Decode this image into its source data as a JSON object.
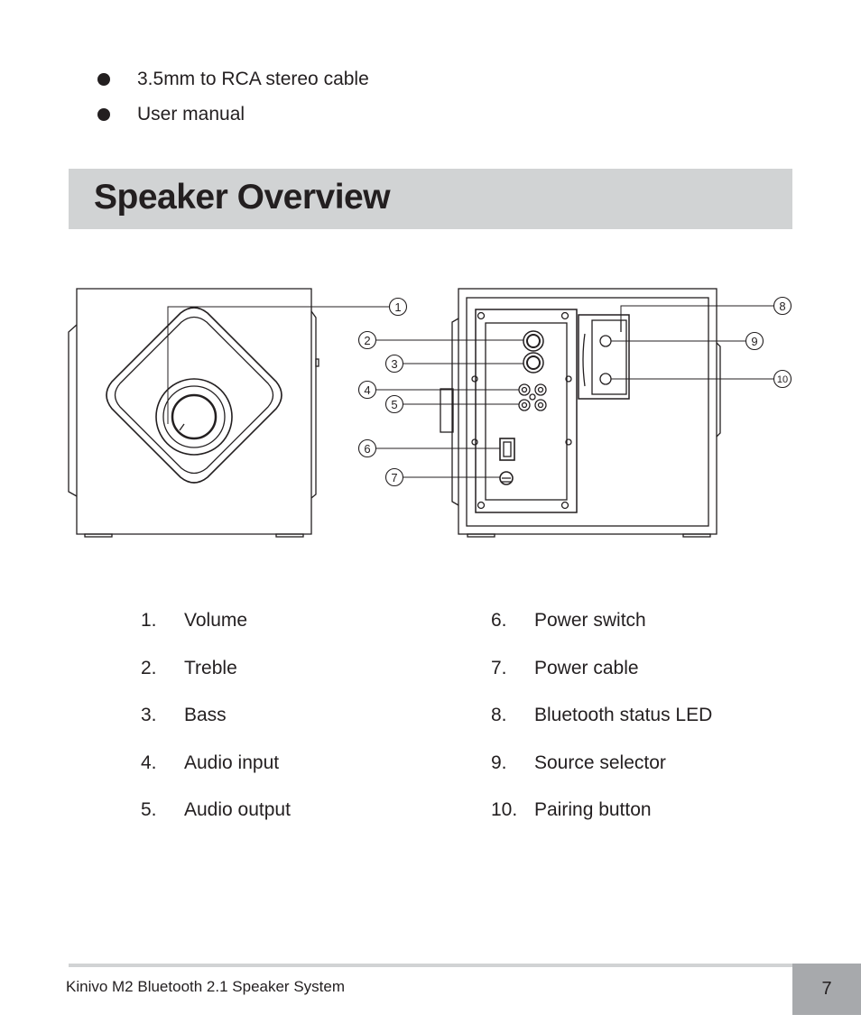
{
  "bullets": [
    "3.5mm to RCA stereo cable",
    "User manual"
  ],
  "section": {
    "title": "Speaker Overview"
  },
  "callouts": [
    "1",
    "2",
    "3",
    "4",
    "5",
    "6",
    "7",
    "8",
    "9",
    "10"
  ],
  "legend": {
    "left": [
      {
        "num": "1.",
        "label": "Volume"
      },
      {
        "num": "2.",
        "label": "Treble"
      },
      {
        "num": "3.",
        "label": "Bass"
      },
      {
        "num": "4.",
        "label": "Audio input"
      },
      {
        "num": "5.",
        "label": "Audio output"
      }
    ],
    "right": [
      {
        "num": "6.",
        "label": "Power switch"
      },
      {
        "num": "7.",
        "label": "Power cable"
      },
      {
        "num": "8.",
        "label": "Bluetooth status LED"
      },
      {
        "num": "9.",
        "label": "Source selector"
      },
      {
        "num": "10.",
        "label": "Pairing button"
      }
    ]
  },
  "footer": {
    "text": "Kinivo M2 Bluetooth 2.1 Speaker System",
    "page_number": "7"
  },
  "colors": {
    "header_bg": "#d1d3d4",
    "page_box_bg": "#a7a9ac",
    "text": "#231f20"
  }
}
